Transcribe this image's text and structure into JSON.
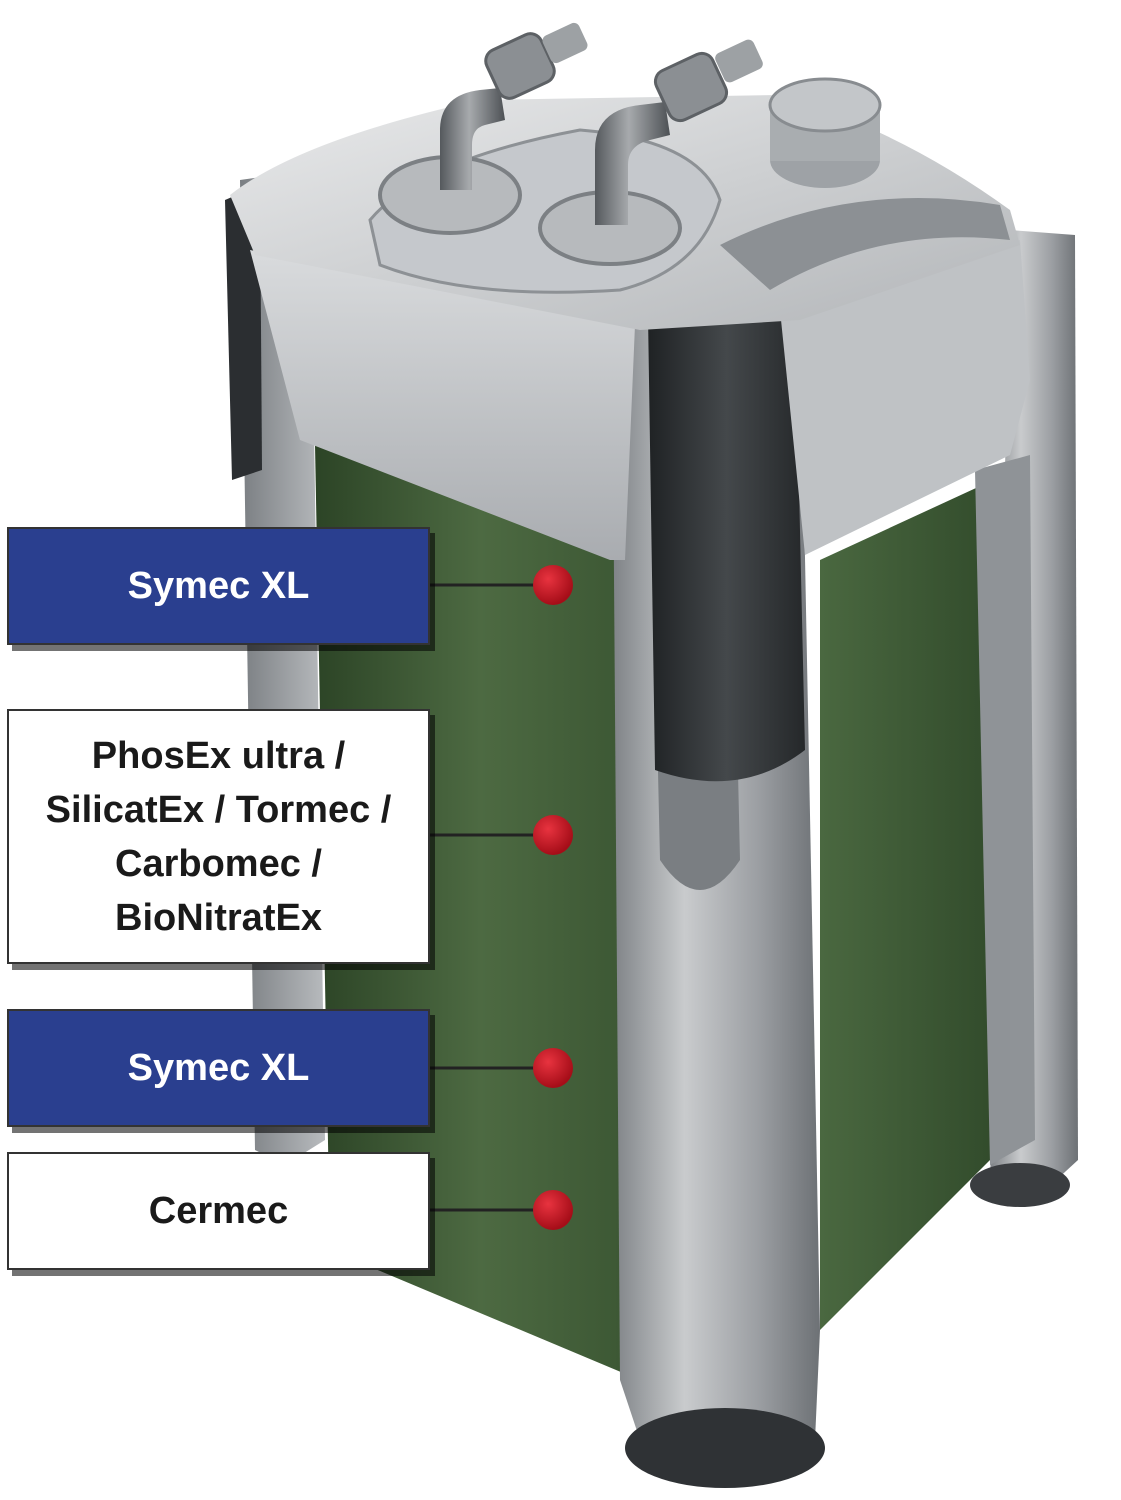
{
  "labels": [
    {
      "text": "Symec XL",
      "style": "blue"
    },
    {
      "lines": [
        "PhosEx ultra /",
        "SilicatEx / Tormec /",
        "Carbomec /",
        "BioNitratEx"
      ],
      "style": "white"
    },
    {
      "text": "Symec XL",
      "style": "blue"
    },
    {
      "text": "Cermec",
      "style": "white"
    }
  ],
  "colors": {
    "label_blue": "#2a3f8f",
    "marker_red": "#c8101e",
    "filter_body_green": "#3f5a36",
    "housing_grey": "#a8abaf",
    "handle_dark": "#2e3134"
  }
}
